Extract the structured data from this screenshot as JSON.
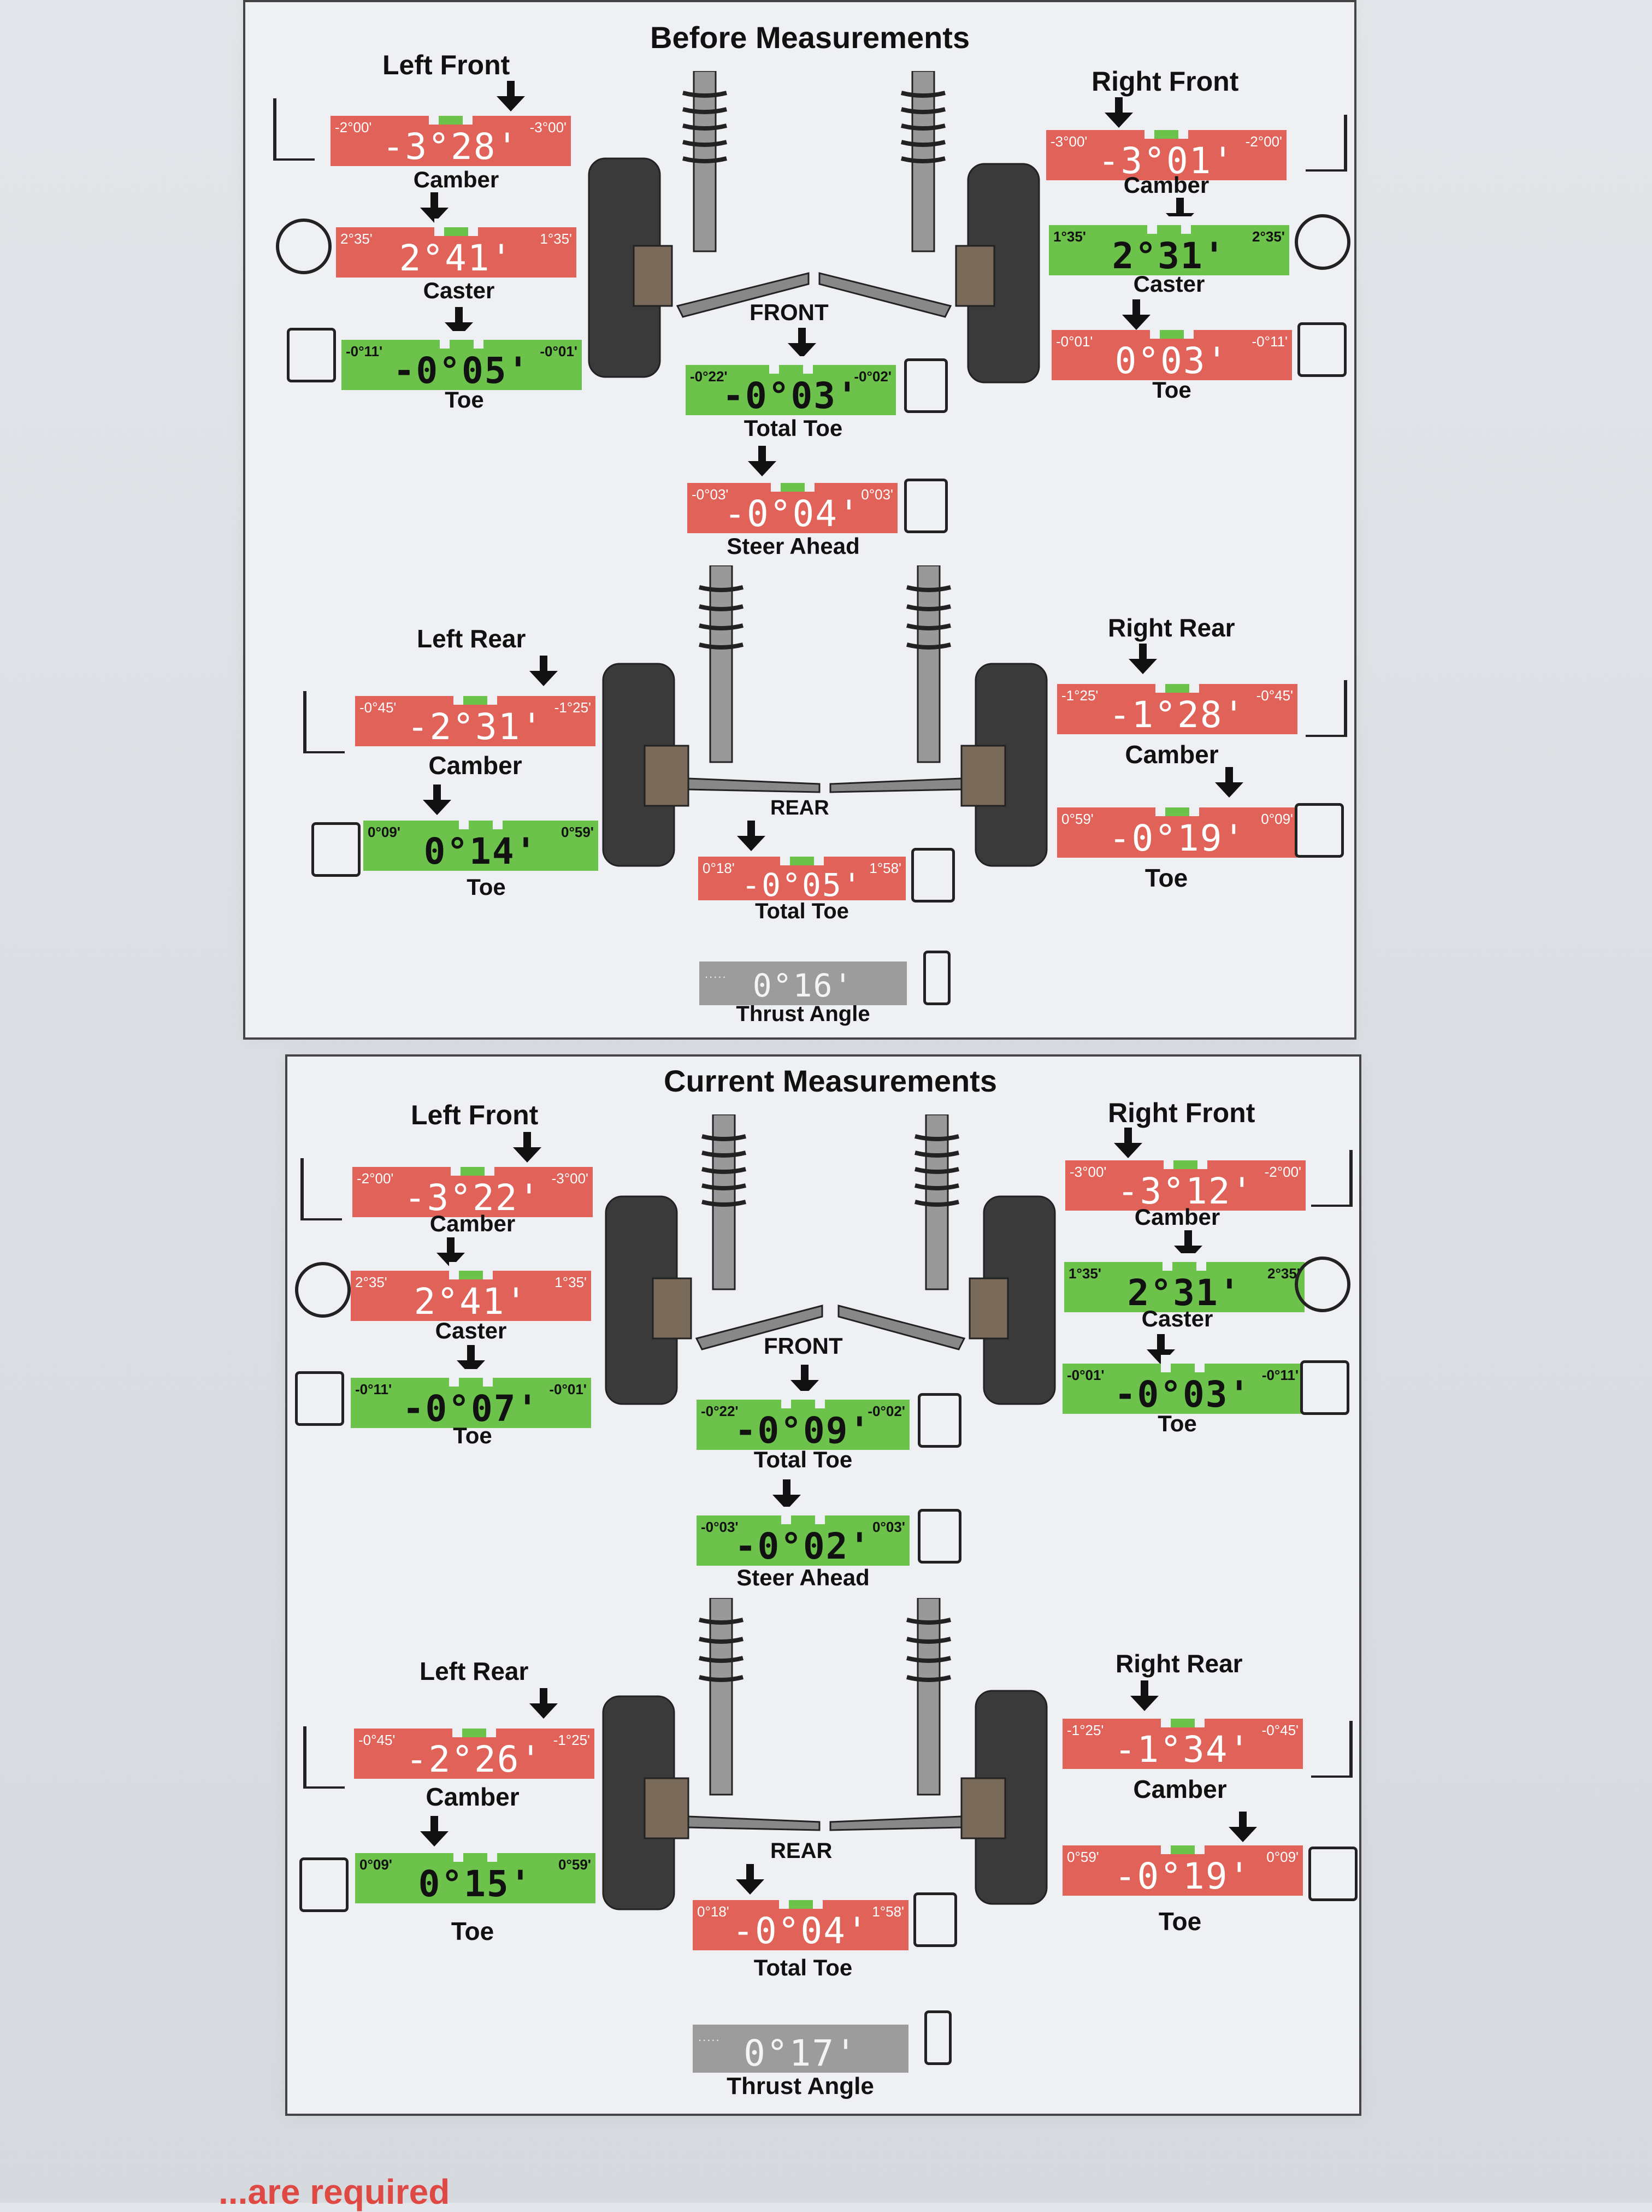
{
  "sections": [
    {
      "title": "Before Measurements",
      "left_front": {
        "label": "Left Front",
        "camber": {
          "caption": "Camber",
          "min": "-2°00'",
          "max": "-3°00'",
          "value": "-3°28'",
          "status": "red"
        },
        "caster": {
          "caption": "Caster",
          "min": "2°35'",
          "max": "1°35'",
          "value": "2°41'",
          "status": "red"
        },
        "toe": {
          "caption": "Toe",
          "min": "-0°11'",
          "max": "-0°01'",
          "value": "-0°05'",
          "status": "green"
        }
      },
      "right_front": {
        "label": "Right Front",
        "camber": {
          "caption": "Camber",
          "min": "-3°00'",
          "max": "-2°00'",
          "value": "-3°01'",
          "status": "red"
        },
        "caster": {
          "caption": "Caster",
          "min": "1°35'",
          "max": "2°35'",
          "value": "2°31'",
          "status": "green"
        },
        "toe": {
          "caption": "Toe",
          "min": "-0°01'",
          "max": "-0°11'",
          "value": "0°03'",
          "status": "red"
        }
      },
      "front_label": "FRONT",
      "front_total_toe": {
        "caption": "Total Toe",
        "min": "-0°22'",
        "max": "-0°02'",
        "value": "-0°03'",
        "status": "green"
      },
      "steer_ahead": {
        "caption": "Steer Ahead",
        "min": "-0°03'",
        "max": "0°03'",
        "value": "-0°04'",
        "status": "red"
      },
      "left_rear": {
        "label": "Left Rear",
        "camber": {
          "caption": "Camber",
          "min": "-0°45'",
          "max": "-1°25'",
          "value": "-2°31'",
          "status": "red"
        },
        "toe": {
          "caption": "Toe",
          "min": "0°09'",
          "max": "0°59'",
          "value": "0°14'",
          "status": "green"
        }
      },
      "right_rear": {
        "label": "Right Rear",
        "camber": {
          "caption": "Camber",
          "min": "-1°25'",
          "max": "-0°45'",
          "value": "-1°28'",
          "status": "red"
        },
        "toe": {
          "caption": "Toe",
          "min": "0°59'",
          "max": "0°09'",
          "value": "-0°19'",
          "status": "red"
        }
      },
      "rear_label": "REAR",
      "rear_total_toe": {
        "caption": "Total Toe",
        "min": "0°18'",
        "max": "1°58'",
        "value": "-0°05'",
        "status": "red"
      },
      "thrust_angle": {
        "caption": "Thrust Angle",
        "value": "0°16'",
        "status": "gray"
      }
    },
    {
      "title": "Current Measurements",
      "left_front": {
        "label": "Left Front",
        "camber": {
          "caption": "Camber",
          "min": "-2°00'",
          "max": "-3°00'",
          "value": "-3°22'",
          "status": "red"
        },
        "caster": {
          "caption": "Caster",
          "min": "2°35'",
          "max": "1°35'",
          "value": "2°41'",
          "status": "red"
        },
        "toe": {
          "caption": "Toe",
          "min": "-0°11'",
          "max": "-0°01'",
          "value": "-0°07'",
          "status": "green"
        }
      },
      "right_front": {
        "label": "Right Front",
        "camber": {
          "caption": "Camber",
          "min": "-3°00'",
          "max": "-2°00'",
          "value": "-3°12'",
          "status": "red"
        },
        "caster": {
          "caption": "Caster",
          "min": "1°35'",
          "max": "2°35'",
          "value": "2°31'",
          "status": "green"
        },
        "toe": {
          "caption": "Toe",
          "min": "-0°01'",
          "max": "-0°11'",
          "value": "-0°03'",
          "status": "green"
        }
      },
      "front_label": "FRONT",
      "front_total_toe": {
        "caption": "Total Toe",
        "min": "-0°22'",
        "max": "-0°02'",
        "value": "-0°09'",
        "status": "green"
      },
      "steer_ahead": {
        "caption": "Steer Ahead",
        "min": "-0°03'",
        "max": "0°03'",
        "value": "-0°02'",
        "status": "green"
      },
      "left_rear": {
        "label": "Left Rear",
        "camber": {
          "caption": "Camber",
          "min": "-0°45'",
          "max": "-1°25'",
          "value": "-2°26'",
          "status": "red"
        },
        "toe": {
          "caption": "Toe",
          "min": "0°09'",
          "max": "0°59'",
          "value": "0°15'",
          "status": "green"
        }
      },
      "right_rear": {
        "label": "Right Rear",
        "camber": {
          "caption": "Camber",
          "min": "-1°25'",
          "max": "-0°45'",
          "value": "-1°34'",
          "status": "red"
        },
        "toe": {
          "caption": "Toe",
          "min": "0°59'",
          "max": "0°09'",
          "value": "-0°19'",
          "status": "red"
        }
      },
      "rear_label": "REAR",
      "rear_total_toe": {
        "caption": "Total Toe",
        "min": "0°18'",
        "max": "1°58'",
        "value": "-0°04'",
        "status": "red"
      },
      "thrust_angle": {
        "caption": "Thrust Angle",
        "value": "0°17'",
        "status": "gray"
      }
    }
  ],
  "colors": {
    "red": "#e06258",
    "green": "#6cc24a",
    "gray": "#9c9c9c"
  },
  "footer_fragment": "...are required"
}
